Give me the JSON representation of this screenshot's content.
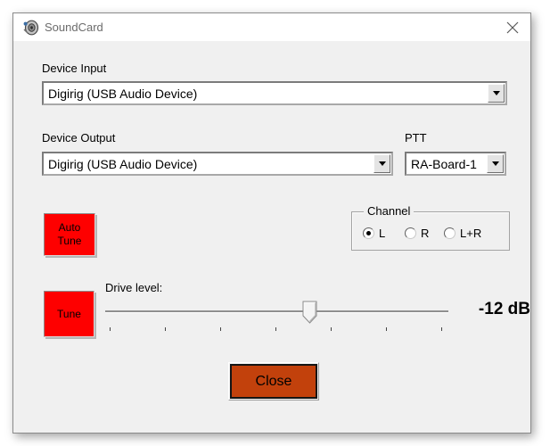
{
  "colors": {
    "tune-red": "#fe0000",
    "close-orange": "#c2410c"
  },
  "titlebar": {
    "title": "SoundCard",
    "app_icon": "speaker-icon"
  },
  "device_input": {
    "label": "Device Input",
    "value": "Digirig (USB Audio Device)"
  },
  "device_output": {
    "label": "Device Output",
    "value": "Digirig (USB Audio Device)"
  },
  "ptt": {
    "label": "PTT",
    "value": "RA-Board-1"
  },
  "auto_tune_button": {
    "line1": "Auto",
    "line2": "Tune"
  },
  "channel_group": {
    "label": "Channel",
    "options": [
      {
        "label": "L",
        "selected": true
      },
      {
        "label": "R",
        "selected": false
      },
      {
        "label": "L+R",
        "selected": false
      }
    ]
  },
  "tune_button": {
    "label": "Tune"
  },
  "drive_level": {
    "label": "Drive level:",
    "value": "-12 dB",
    "slider_fraction": 0.6
  },
  "close_button": {
    "label": "Close"
  }
}
